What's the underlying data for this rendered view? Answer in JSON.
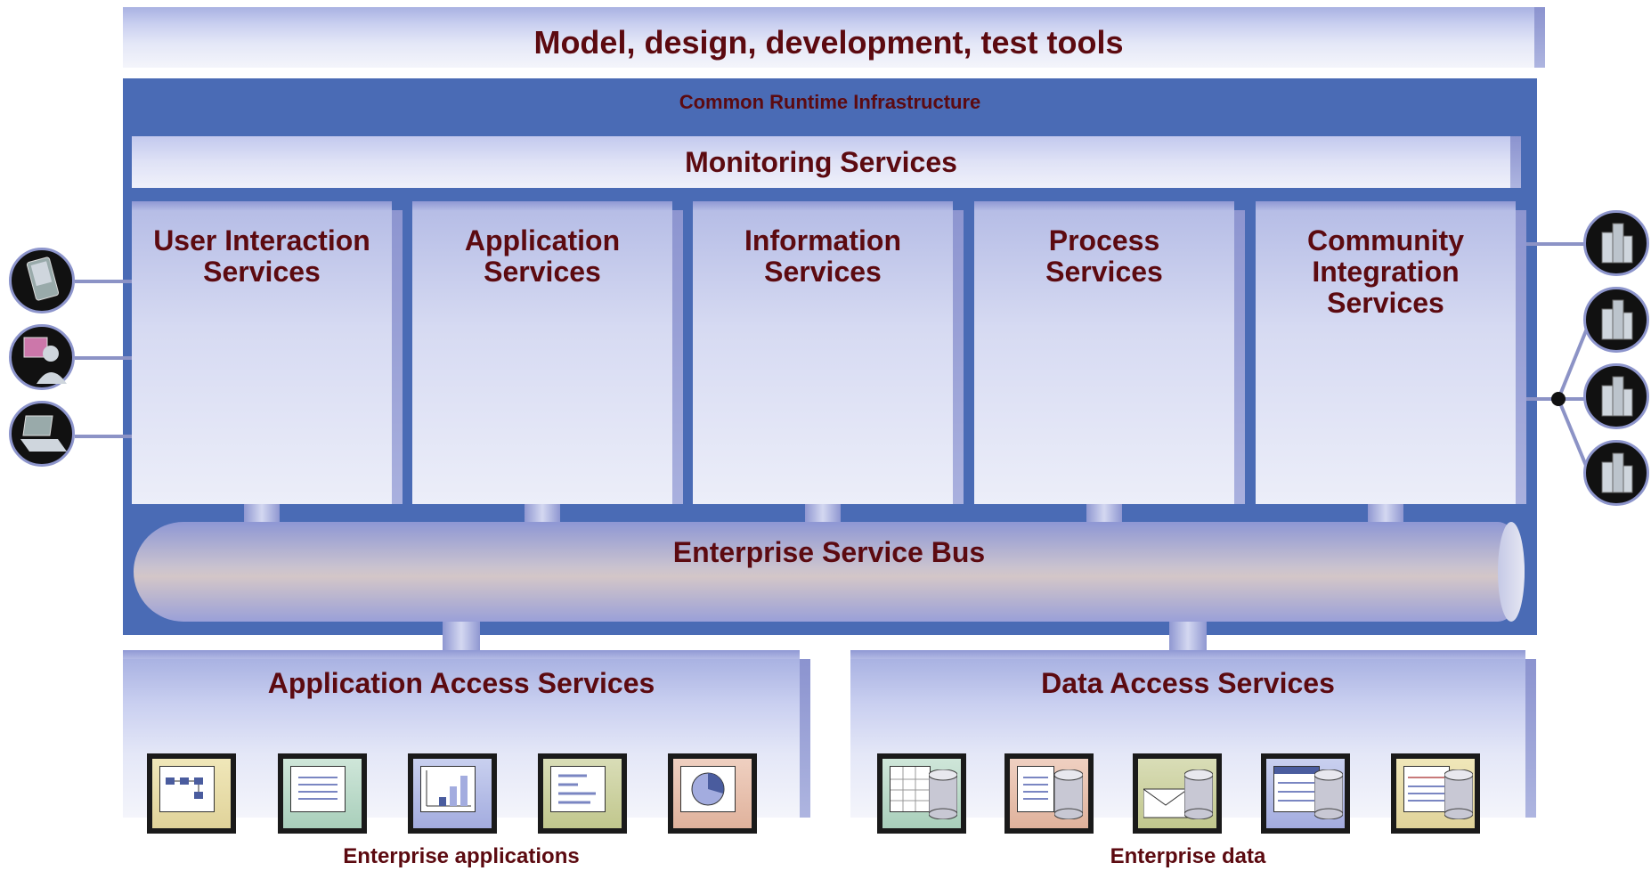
{
  "tools_bar": {
    "label": "Model, design, development, test tools"
  },
  "runtime": {
    "label": "Common Runtime Infrastructure"
  },
  "monitoring": {
    "label": "Monitoring  Services"
  },
  "services": [
    {
      "line1": "User Interaction",
      "line2": "Services",
      "line3": ""
    },
    {
      "line1": "Application",
      "line2": "Services",
      "line3": ""
    },
    {
      "line1": "Information",
      "line2": "Services",
      "line3": ""
    },
    {
      "line1": "Process",
      "line2": "Services",
      "line3": ""
    },
    {
      "line1": "Community",
      "line2": "Integration",
      "line3": "Services"
    }
  ],
  "esb": {
    "label": "Enterprise Service Bus"
  },
  "app_access": {
    "label": "Application Access Services",
    "caption": "Enterprise applications"
  },
  "data_access": {
    "label": "Data Access Services",
    "caption": "Enterprise data"
  },
  "left_devices": [
    "pda-icon",
    "user-computer-icon",
    "laptop-icon"
  ],
  "right_partners": [
    "building-icon",
    "building-icon",
    "building-icon",
    "building-icon"
  ],
  "app_icons": [
    "flowchart-icon",
    "document-list-icon",
    "bar-chart-icon",
    "gantt-chart-icon",
    "pie-chart-icon"
  ],
  "data_icons": [
    "spreadsheet-database-icon",
    "document-database-icon",
    "mail-database-icon",
    "form-database-icon",
    "report-database-icon"
  ],
  "colors": {
    "frame": "#4a6bb5",
    "text": "#5c0a10",
    "slab": "#c9cff0"
  }
}
